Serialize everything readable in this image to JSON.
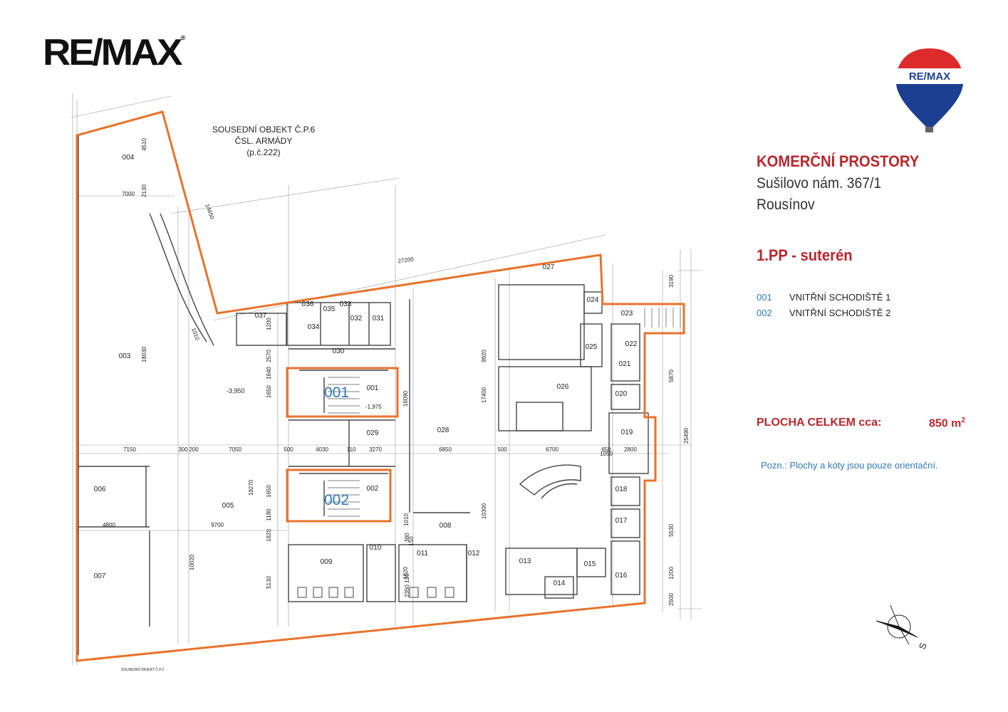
{
  "logo": {
    "text": "RE/MAX",
    "registered": "®"
  },
  "balloon_logo_text": "RE/MAX",
  "info": {
    "title": "KOMERČNÍ PROSTORY",
    "address_line1": "Sušilovo nám. 367/1",
    "address_line2": "Rousínov",
    "floor": "1.PP - suterén",
    "legend": [
      {
        "code": "001",
        "name": "VNITŘNÍ SCHODIŠTĚ 1"
      },
      {
        "code": "002",
        "name": "VNITŘNÍ SCHODIŠTĚ 2"
      }
    ],
    "area_label": "PLOCHA CELKEM cca:",
    "area_value": "850",
    "area_unit": "m",
    "area_unit_sup": "2",
    "note": "Pozn.: Plochy a kóty jsou pouze orientační."
  },
  "plan": {
    "neighbor_label": [
      "SOUSEDNÍ OBJEKT Č.P.6",
      "ČSL. ARMÁDY",
      "(p.č.222)"
    ],
    "bottom_label": "SOUSEDNÍ OBJEKT Č.P.2",
    "stair_labels": [
      "001",
      "002"
    ],
    "level": "-3,950",
    "level2": "-1,975",
    "rooms": [
      "004",
      "003",
      "006",
      "005",
      "007",
      "037",
      "036",
      "035",
      "033",
      "034",
      "032",
      "031",
      "030",
      "001",
      "029",
      "002",
      "028",
      "027",
      "024",
      "023",
      "022",
      "025",
      "021",
      "026",
      "020",
      "019",
      "018",
      "017",
      "013",
      "015",
      "014",
      "016",
      "008",
      "009",
      "010",
      "011",
      "012"
    ],
    "dims": [
      "4510",
      "7000",
      "2130",
      "14650",
      "18030",
      "1010",
      "27200",
      "7150",
      "300",
      "200",
      "7050",
      "500",
      "4030",
      "110",
      "3270",
      "6850",
      "500",
      "6700",
      "650",
      "2800",
      "4800",
      "9700",
      "10020",
      "19270",
      "5130",
      "1650",
      "1180",
      "1650",
      "1820",
      "16090",
      "17400",
      "9920",
      "10300",
      "3190",
      "5870",
      "25490",
      "5530",
      "1200",
      "2500",
      "1200",
      "2570",
      "1640",
      "1010",
      "380",
      "150",
      "1820",
      "2350",
      "120",
      "1050",
      "650"
    ],
    "compass_letter": "S"
  },
  "colors": {
    "accent_red": "#b8272d",
    "outline_orange": "#e8722c",
    "legend_blue": "#2f79b8",
    "stair_blue": "#2f79b8"
  }
}
